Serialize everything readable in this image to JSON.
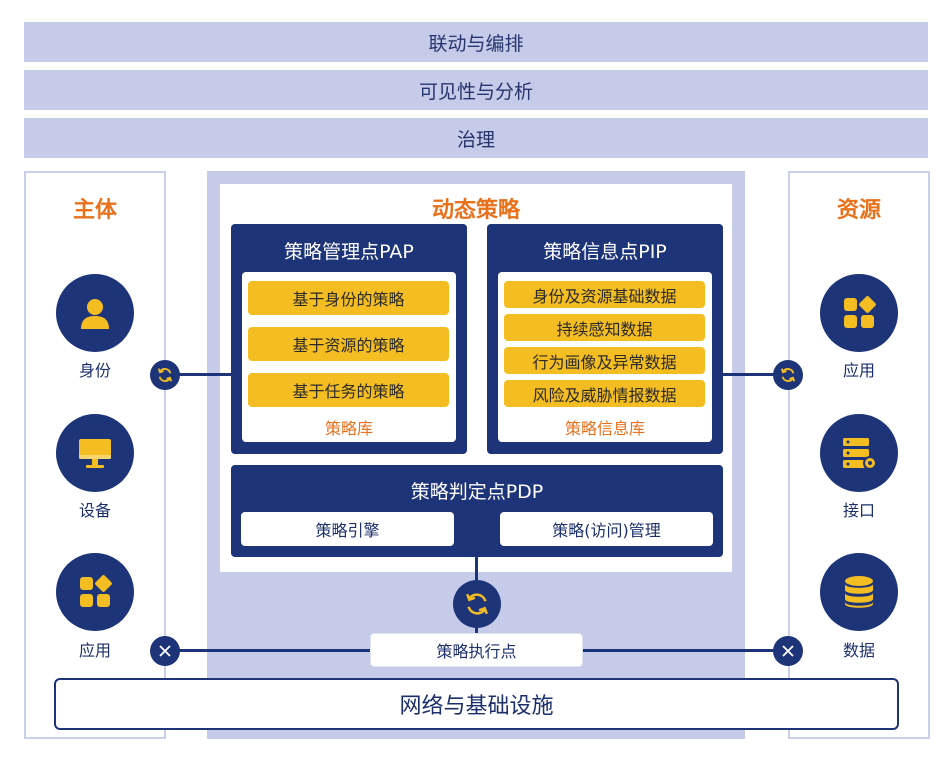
{
  "top_bars": [
    "联动与编排",
    "可见性与分析",
    "治理"
  ],
  "left": {
    "title": "主体",
    "items": [
      {
        "label": "身份",
        "icon": "user-icon"
      },
      {
        "label": "设备",
        "icon": "monitor-icon"
      },
      {
        "label": "应用",
        "icon": "apps-icon"
      }
    ]
  },
  "right": {
    "title": "资源",
    "items": [
      {
        "label": "应用",
        "icon": "apps-icon"
      },
      {
        "label": "接口",
        "icon": "server-icon"
      },
      {
        "label": "数据",
        "icon": "database-icon"
      }
    ]
  },
  "center": {
    "title": "动态策略",
    "pap": {
      "title": "策略管理点PAP",
      "items": [
        "基于身份的策略",
        "基于资源的策略",
        "基于任务的策略"
      ],
      "library": "策略库"
    },
    "pip": {
      "title": "策略信息点PIP",
      "items": [
        "身份及资源基础数据",
        "持续感知数据",
        "行为画像及异常数据",
        "风险及威胁情报数据"
      ],
      "library": "策略信息库"
    },
    "pdp": {
      "title": "策略判定点PDP",
      "engine": "策略引擎",
      "access": "策略(访问)管理"
    },
    "pep": "策略执行点"
  },
  "network": "网络与基础设施",
  "colors": {
    "navy": "#1d3478",
    "accent_orange": "#e8711c",
    "pill_yellow": "#f4bd22",
    "bar_lavender": "#c5cbe8"
  }
}
